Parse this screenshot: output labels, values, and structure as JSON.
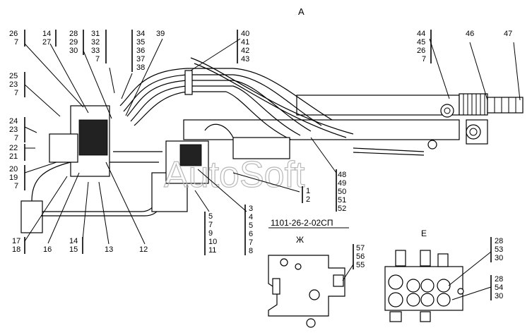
{
  "views": {
    "main": "А",
    "detail_zh": "Ж",
    "detail_e": "Е"
  },
  "drawing_number": "1101-26-2-02СП",
  "watermark": "AutoSoft",
  "callouts": {
    "g26": [
      "26",
      "7"
    ],
    "g14": [
      "14",
      "27"
    ],
    "g28": [
      "28",
      "29",
      "30"
    ],
    "g31": [
      "31",
      "32",
      "33",
      "7"
    ],
    "g34": [
      "34",
      "35",
      "36",
      "37",
      "38"
    ],
    "g39": [
      "39"
    ],
    "g40": [
      "40",
      "41",
      "42",
      "43"
    ],
    "g44": [
      "44",
      "45",
      "26",
      "7"
    ],
    "g46": [
      "46"
    ],
    "g47": [
      "47"
    ],
    "g25": [
      "25",
      "23",
      "7"
    ],
    "g24": [
      "24",
      "23",
      "7"
    ],
    "g22": [
      "22",
      "21"
    ],
    "g20": [
      "20",
      "19",
      "7"
    ],
    "g17": [
      "17",
      "18"
    ],
    "g16": [
      "16"
    ],
    "g14b": [
      "14",
      "15"
    ],
    "g13": [
      "13"
    ],
    "g12": [
      "12"
    ],
    "g1": [
      "1",
      "2"
    ],
    "g48": [
      "48",
      "49",
      "50",
      "51",
      "52"
    ],
    "g5": [
      "5",
      "7",
      "9",
      "10",
      "11"
    ],
    "g3": [
      "3",
      "4",
      "5",
      "6",
      "7",
      "8"
    ],
    "g57": [
      "57",
      "56",
      "55"
    ],
    "g28b": [
      "28",
      "53",
      "30"
    ],
    "g28c": [
      "28",
      "54",
      "30"
    ]
  },
  "colors": {
    "ink": "#000000",
    "watermark": "#b8b8b8",
    "background": "#ffffff"
  }
}
